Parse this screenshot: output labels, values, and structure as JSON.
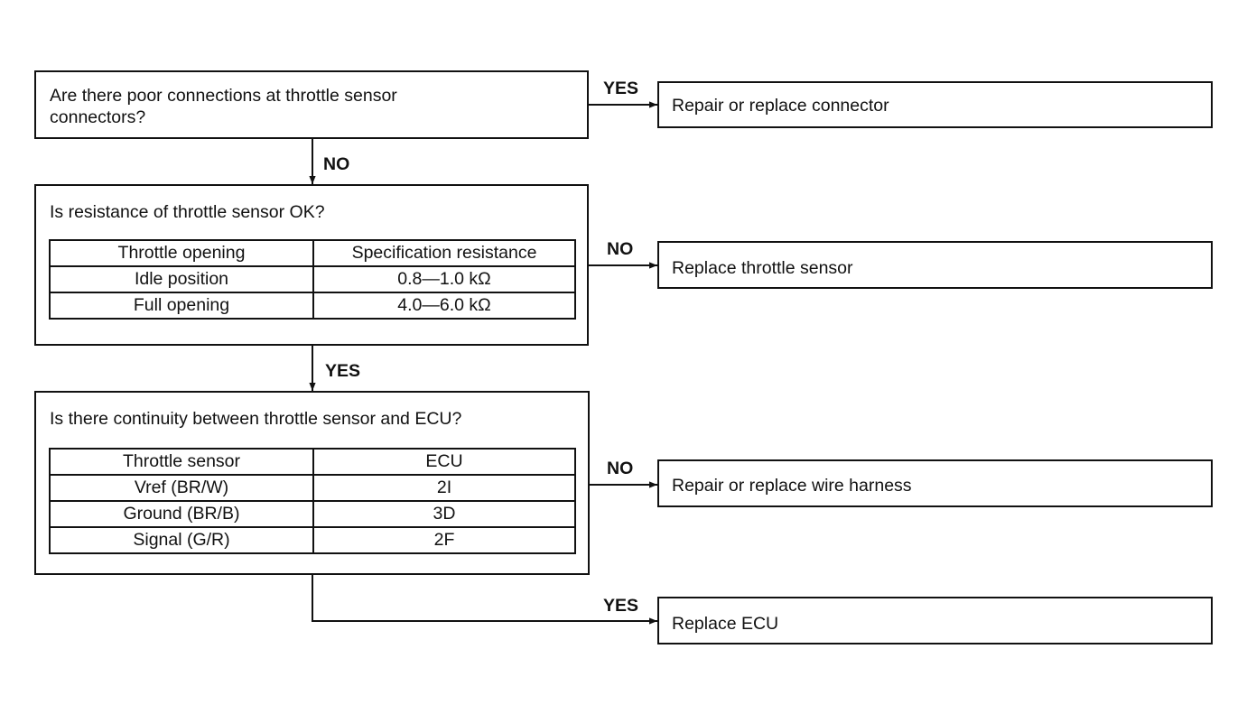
{
  "steps": [
    {
      "question": "Are there poor connections at throttle sensor\nconnectors?",
      "branch_label": "YES",
      "result": "Repair or replace connector",
      "next_label": "NO"
    },
    {
      "question": "Is resistance of throttle sensor OK?",
      "table": {
        "headers": [
          "Throttle opening",
          "Specification resistance"
        ],
        "rows": [
          [
            "Idle position",
            "0.8—1.0 kΩ"
          ],
          [
            "Full opening",
            "4.0—6.0 kΩ"
          ]
        ]
      },
      "branch_label": "NO",
      "result": "Replace throttle sensor",
      "next_label": "YES"
    },
    {
      "question": "Is there continuity between throttle sensor and ECU?",
      "table": {
        "headers": [
          "Throttle sensor",
          "ECU"
        ],
        "rows": [
          [
            "Vref (BR/W)",
            "2I"
          ],
          [
            "Ground (BR/B)",
            "3D"
          ],
          [
            "Signal (G/R)",
            "2F"
          ]
        ]
      },
      "branch_label": "NO",
      "result": "Repair or replace wire harness",
      "next_label": "YES"
    }
  ],
  "final": {
    "result": "Replace ECU"
  }
}
